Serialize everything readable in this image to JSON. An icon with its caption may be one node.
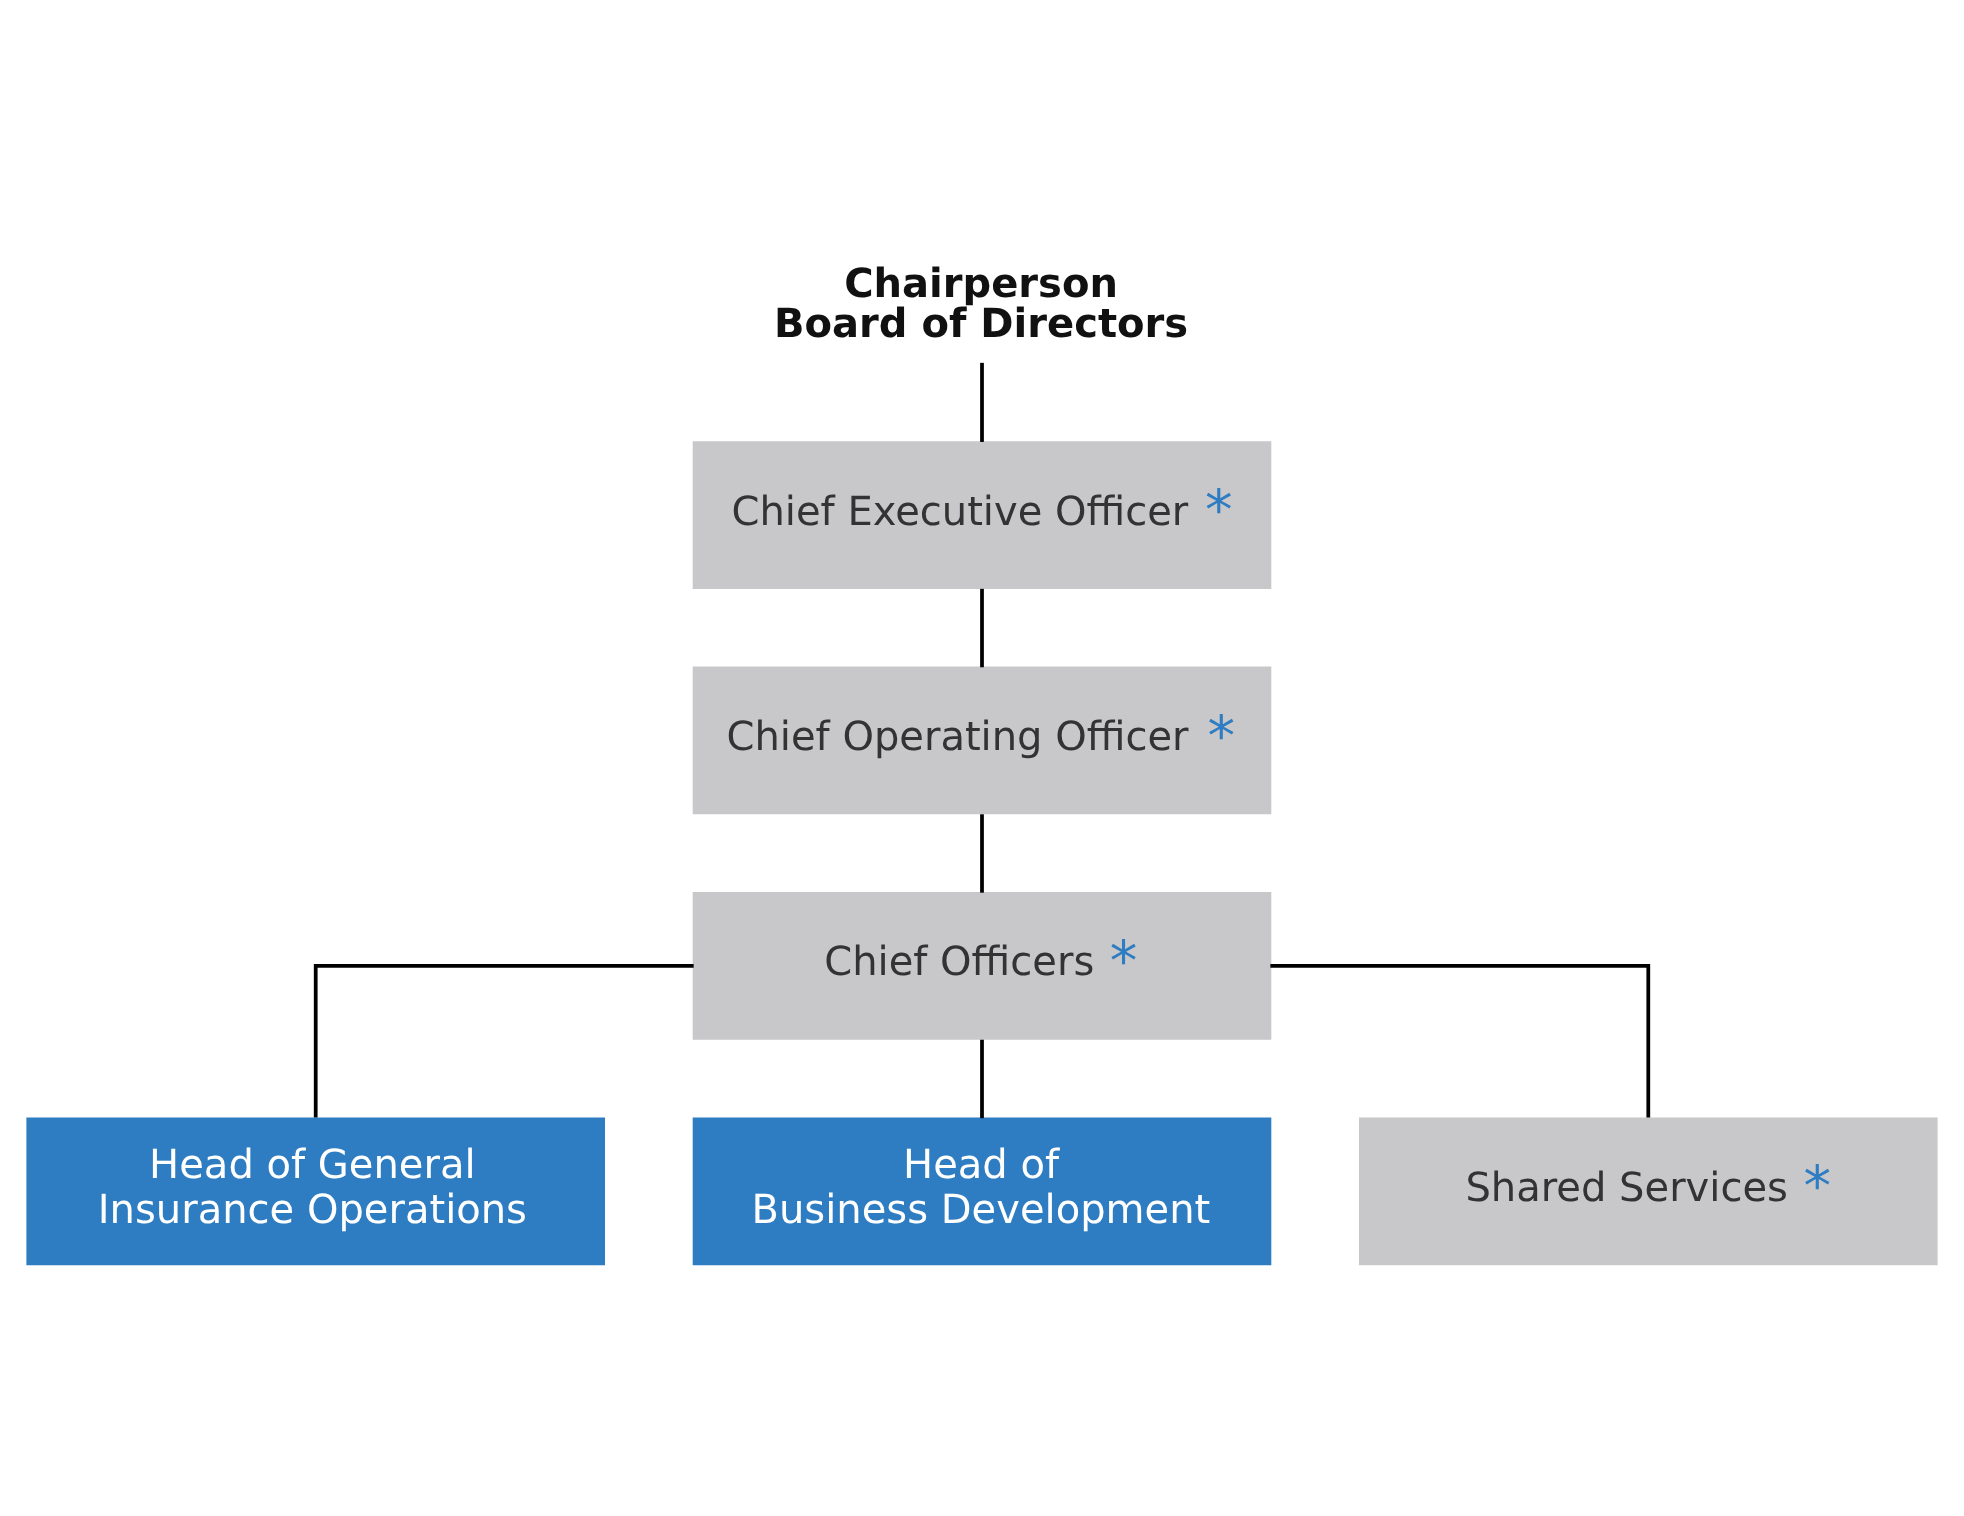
{
  "diagram": {
    "nodes": [
      {
        "text": [
          "Chairperson Board of Directors"
        ]
      },
      {
        "text": [
          "Chief Executive Officer",
          "*"
        ]
      },
      {
        "text": [
          "Chief Operating Officer",
          "*"
        ]
      },
      {
        "text": [
          "Chief Officers",
          "*"
        ]
      },
      {
        "text": [
          "Head of General Insurance Operations"
        ]
      },
      {
        "text": [
          "Head of Business Development"
        ]
      },
      {
        "text": [
          "Shared Services",
          "*"
        ]
      }
    ],
    "edges": [
      {
        "from": 0,
        "to": 1,
        "arrow": "none"
      },
      {
        "from": 1,
        "to": 2,
        "arrow": "none"
      },
      {
        "from": 2,
        "to": 3,
        "arrow": "none"
      },
      {
        "from": 3,
        "to": 4,
        "arrow": "none"
      },
      {
        "from": 3,
        "to": 5,
        "arrow": "none"
      },
      {
        "from": 3,
        "to": 6,
        "arrow": "none"
      }
    ]
  }
}
